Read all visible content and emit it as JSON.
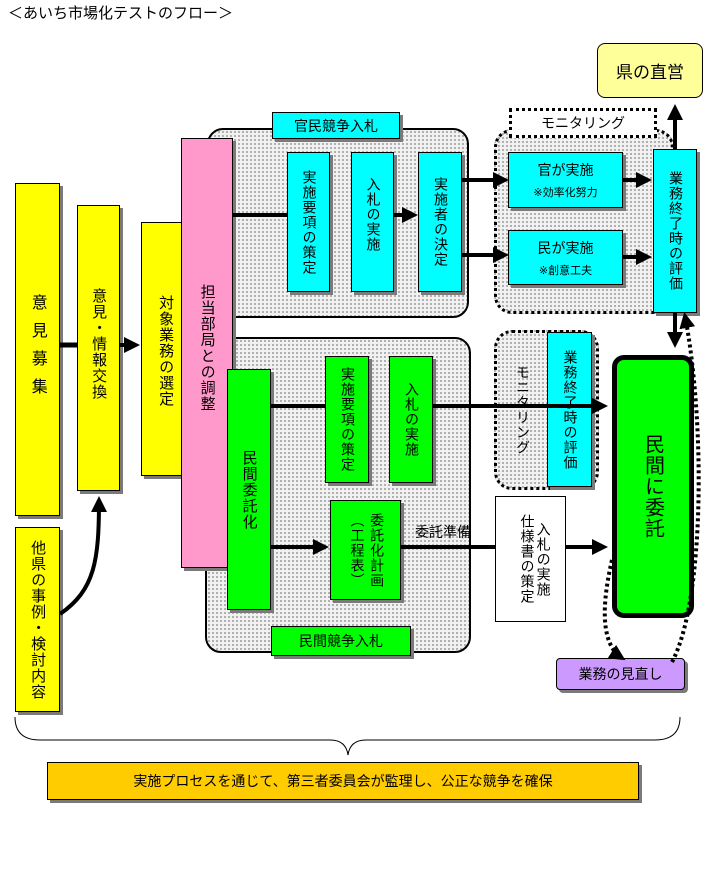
{
  "title": "＜あいち市場化テストのフロー＞",
  "kanmin_label": "官民競争入札",
  "minkan_label": "民間競争入札",
  "iken_boshu": "意見募集",
  "iken_koukan": "意見・情報交換",
  "taishou": "対象業務の選定",
  "tantou": "担当部局との調整",
  "tajirei": "他県の事例・検討内容",
  "top": {
    "jisshi_youkou": "実施要項の策定",
    "nyusatsu": "入札の実施",
    "kettei": "実施者の決定",
    "kan_jisshi": "官が実施",
    "kan_note": "※効率化努力",
    "min_jisshi": "民が実施",
    "min_note": "※創意工夫",
    "monitoring": "モニタリング",
    "hyouka": "業務終了時の評価",
    "kennochokuei": "県の直営"
  },
  "bottom": {
    "minkan_itaku": "民間委託化",
    "jisshi_youkou": "実施要項の策定",
    "nyusatsu": "入札の実施",
    "monitoring": "モニタリング",
    "hyouka": "業務終了時の評価",
    "itaku_keikaku": "委託化計画（工程表）",
    "itaku_junbi": "委託準備",
    "shiyousho": "仕様書の策定",
    "nyusatsu2": "入札の実施",
    "minkan_ni_itaku": "民間に委託",
    "minaoshi": "業務の見直し"
  },
  "footer": "実施プロセスを通じて、第三者委員会が監理し、公正な競争を確保",
  "colors": {
    "yellow": "#ffff00",
    "pink": "#ff99cc",
    "cyan": "#00ffff",
    "green": "#00ff00",
    "lilac": "#cc99ff",
    "footer_bg": "#ffcc00"
  }
}
